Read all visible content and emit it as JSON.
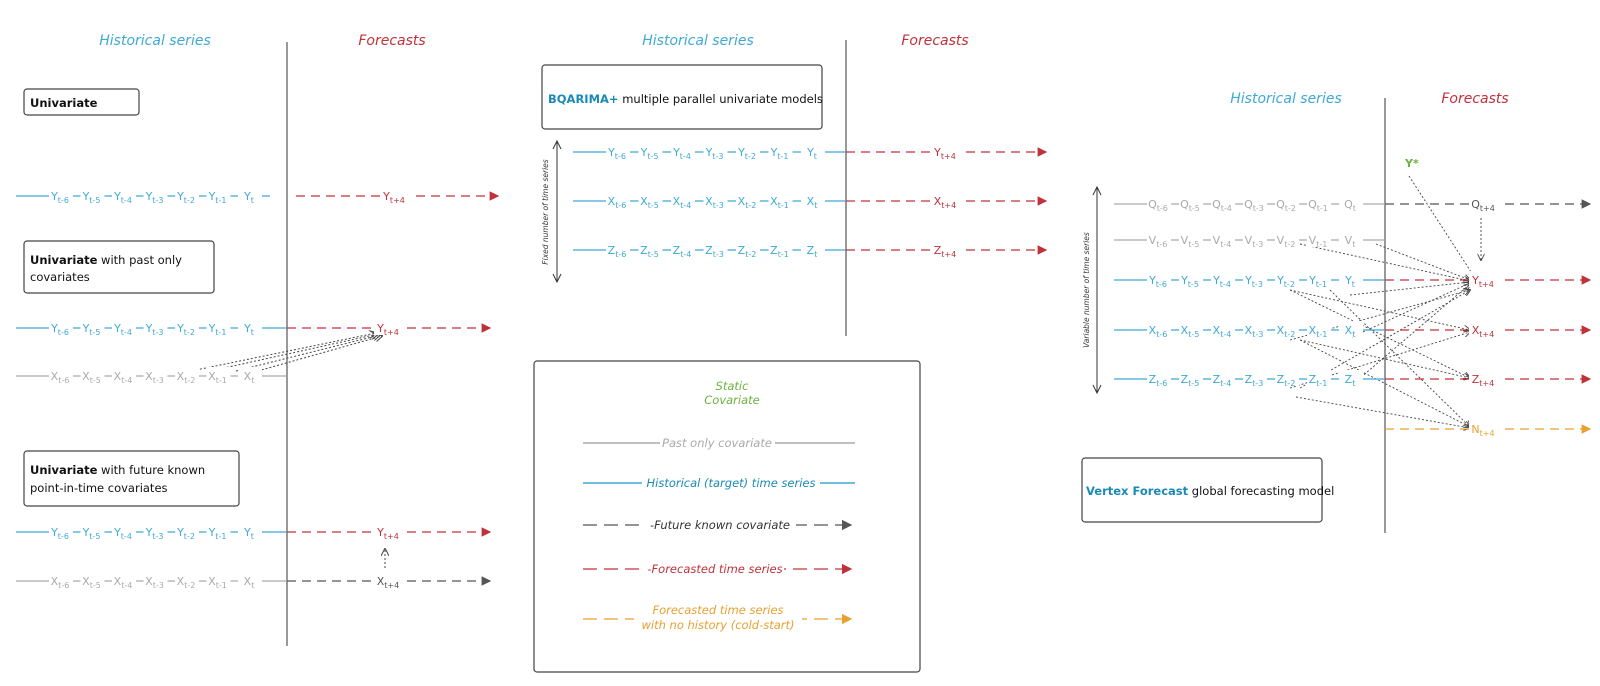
{
  "colors": {
    "target": "#3fa9d6",
    "past": "#aaaaaa",
    "forecast": "#c0313a",
    "future": "#555555",
    "coldstart": "#e8a030",
    "static": "#6db33f",
    "brand": "#1a8ab8"
  },
  "headers": {
    "historical": "Historical series",
    "forecasts": "Forecasts"
  },
  "panel1": {
    "box1": "Univariate",
    "box2_bold": "Univariate",
    "box2_rest": " with past only",
    "box2_line2": "covariates",
    "box3_bold": "Univariate",
    "box3_rest": " with future known",
    "box3_line2": "point-in-time covariates"
  },
  "panel2": {
    "brand": "BQARIMA+",
    "title_rest": " multiple parallel univariate models",
    "axis_label": "Fixed number of time series"
  },
  "legend": {
    "static_line1": "Static",
    "static_line2": "Covariate",
    "past": "Past only covariate",
    "historical": "Historical (target) time series",
    "future": "-Future known covariate",
    "forecasted": "-Forecasted time series",
    "cold1": "Forecasted time series",
    "cold2": "with no history (cold-start)"
  },
  "panel3": {
    "brand": "Vertex Forecast",
    "title_rest": " global forecasting model",
    "axis_label": "Variable number of time series",
    "static_label": "Y*"
  },
  "subscripts": {
    "history": [
      "t-6",
      "t-5",
      "t-4",
      "t-3",
      "t-2",
      "t-1",
      "t"
    ],
    "forecast": "t+4"
  }
}
